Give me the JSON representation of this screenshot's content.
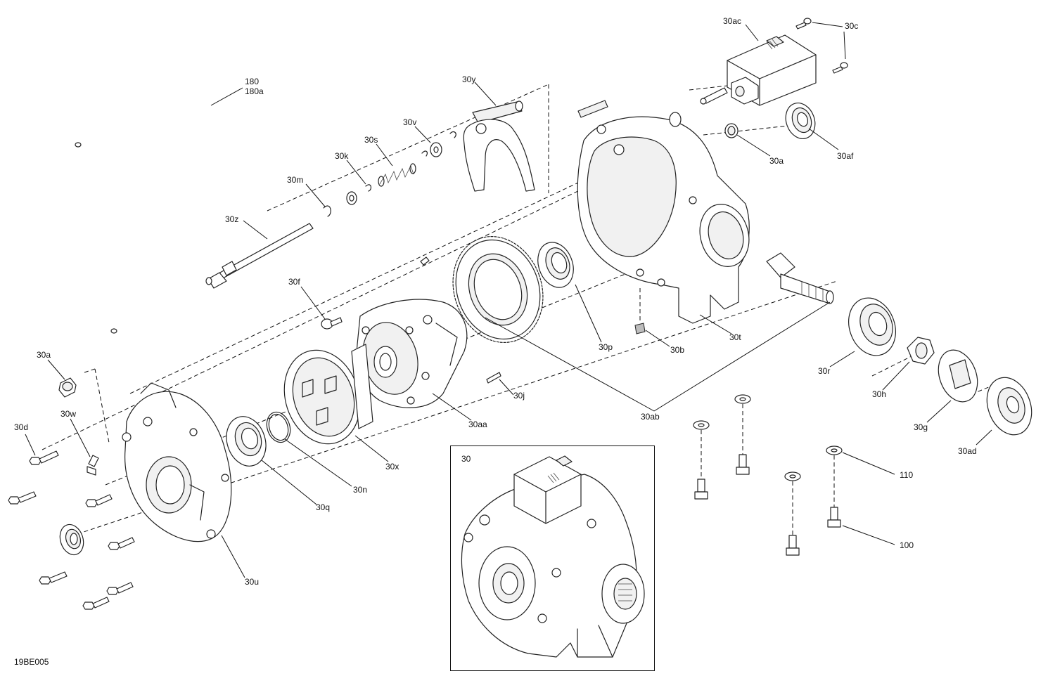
{
  "diagram_code": "19BE005",
  "inset": {
    "label": "30"
  },
  "callouts": {
    "c180": "180",
    "c180a": "180a",
    "c30y": "30y",
    "c30v": "30v",
    "c30s": "30s",
    "c30k": "30k",
    "c30m": "30m",
    "c30z": "30z",
    "c30f": "30f",
    "c30ac": "30ac",
    "c30c": "30c",
    "c30a_top": "30a",
    "c30af": "30af",
    "c30t": "30t",
    "c30b": "30b",
    "c30p": "30p",
    "c30ab": "30ab",
    "c30aa": "30aa",
    "c30j": "30j",
    "c30x": "30x",
    "c30n": "30n",
    "c30q": "30q",
    "c30u": "30u",
    "c30a_left": "30a",
    "c30w": "30w",
    "c30d": "30d",
    "c30r": "30r",
    "c30h": "30h",
    "c30g": "30g",
    "c30ad": "30ad",
    "c110": "110",
    "c100": "100"
  }
}
